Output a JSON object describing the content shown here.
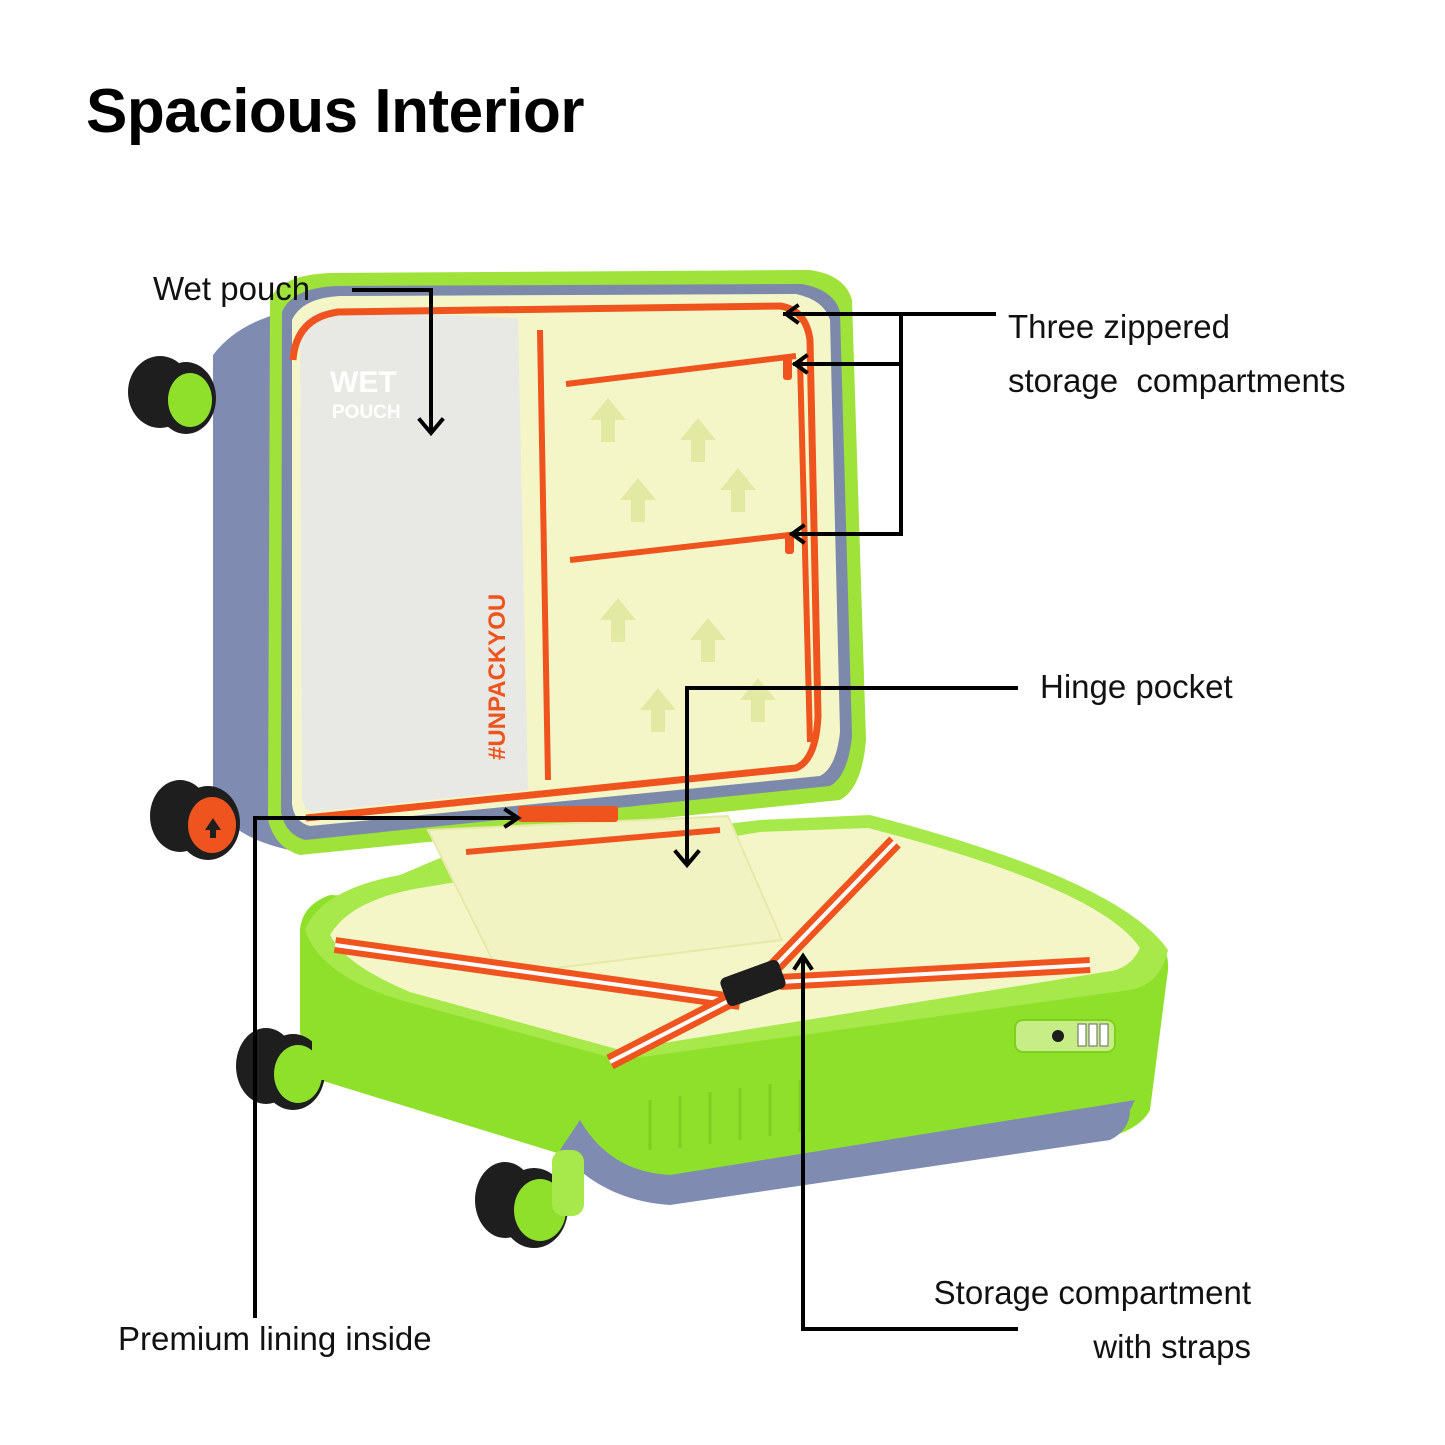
{
  "title": "Spacious Interior",
  "callouts": {
    "wet_pouch": "Wet pouch",
    "zippered": [
      "Three zippered",
      "storage  compartments"
    ],
    "hinge_pocket": "Hinge pocket",
    "lining": "Premium lining inside",
    "straps": [
      "Storage compartment",
      "with straps"
    ]
  },
  "product_print": {
    "pouch_word1": "WET",
    "pouch_word2": "POUCH",
    "hashtag": "#UNPACKYOU"
  },
  "colors": {
    "shell_green": "#8fe02b",
    "shell_gray": "#7f8bb0",
    "zipper_orange": "#f0541e",
    "lining": "#f4f6c8"
  }
}
